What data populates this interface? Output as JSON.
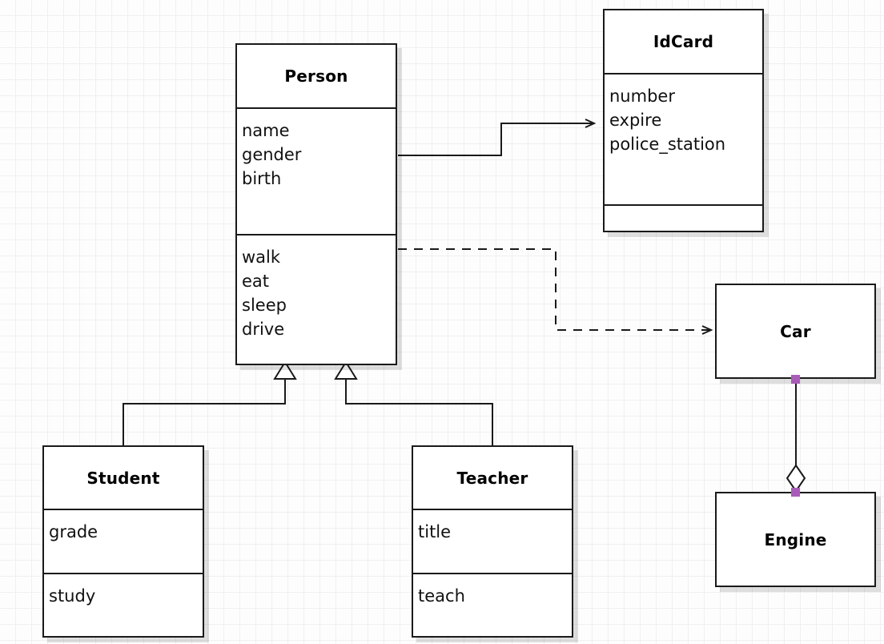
{
  "diagram": {
    "type": "uml-class-diagram",
    "background_color": "#fdfdfd",
    "grid_color": "#f0f0f0",
    "line_color": "#1a1a1a",
    "handle_color": "#a85cb8"
  },
  "classes": {
    "person": {
      "name": "Person",
      "attributes": [
        "name",
        "gender",
        "birth"
      ],
      "operations": [
        "walk",
        "eat",
        "sleep",
        "drive"
      ]
    },
    "idcard": {
      "name": "IdCard",
      "attributes": [
        "number",
        "expire",
        "police_station"
      ],
      "operations": []
    },
    "student": {
      "name": "Student",
      "attributes": [
        "grade"
      ],
      "operations": [
        "study"
      ]
    },
    "teacher": {
      "name": "Teacher",
      "attributes": [
        "title"
      ],
      "operations": [
        "teach"
      ]
    },
    "car": {
      "name": "Car",
      "attributes": [],
      "operations": []
    },
    "engine": {
      "name": "Engine",
      "attributes": [],
      "operations": []
    }
  },
  "relationships": [
    {
      "id": "person-idcard",
      "kind": "association",
      "from": "Person",
      "to": "IdCard",
      "line_style": "solid",
      "end_marker": "open-arrow"
    },
    {
      "id": "person-car",
      "kind": "dependency",
      "from": "Person",
      "to": "Car",
      "line_style": "dashed",
      "end_marker": "open-arrow"
    },
    {
      "id": "student-person",
      "kind": "generalization",
      "from": "Student",
      "to": "Person",
      "line_style": "solid",
      "end_marker": "hollow-triangle"
    },
    {
      "id": "teacher-person",
      "kind": "generalization",
      "from": "Teacher",
      "to": "Person",
      "line_style": "solid",
      "end_marker": "hollow-triangle"
    },
    {
      "id": "car-engine",
      "kind": "aggregation",
      "from": "Car",
      "to": "Engine",
      "line_style": "solid",
      "end_marker": "hollow-diamond"
    }
  ]
}
